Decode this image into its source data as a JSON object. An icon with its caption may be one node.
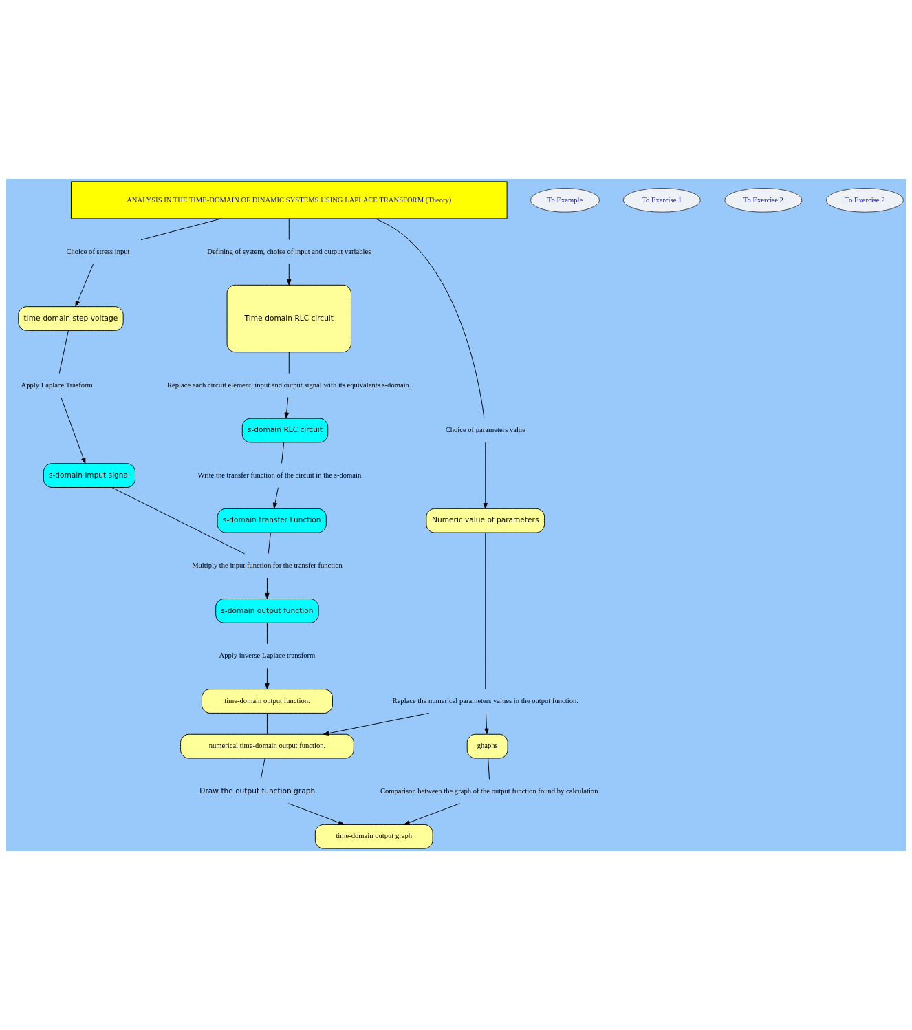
{
  "diagram": {
    "nodes": [
      {
        "text": [
          "ANALYSIS IN THE TIME-DOMAIN OF DINAMIC SYSTEMS USING LAPLACE TRANSFORM (Theory)"
        ]
      },
      {
        "text": [
          "To Example"
        ]
      },
      {
        "text": [
          "To Exercise 1"
        ]
      },
      {
        "text": [
          "To Exercise 2"
        ]
      },
      {
        "text": [
          "To Exercise 2"
        ]
      },
      {
        "text": [
          "Choice of stress input"
        ]
      },
      {
        "text": [
          "Defining of system, choise of input and output variables"
        ]
      },
      {
        "text": [
          "Choice of parameters value"
        ]
      },
      {
        "text": [
          "time-domain step voltage"
        ]
      },
      {
        "text": [
          "Time-domain RLC circuit"
        ]
      },
      {
        "text": [
          "Numeric value of parameters"
        ]
      },
      {
        "text": [
          "Apply Laplace Trasform"
        ]
      },
      {
        "text": [
          "Replace each circuit element, input and output signal with its equivalents s-domain."
        ]
      },
      {
        "text": [
          "s-domain imput signal"
        ]
      },
      {
        "text": [
          "s-domain RLC circuit"
        ]
      },
      {
        "text": [
          "Write the transfer function of the circuit in the s-domain."
        ]
      },
      {
        "text": [
          "s-domain transfer Function"
        ]
      },
      {
        "text": [
          "Multiply the input function for the transfer function"
        ]
      },
      {
        "text": [
          "s-domain output function"
        ]
      },
      {
        "text": [
          "Apply inverse Laplace transform"
        ]
      },
      {
        "text": [
          "time-domain output function."
        ]
      },
      {
        "text": [
          "numerical time-domain output function."
        ]
      },
      {
        "text": [
          "Replace the numerical parameters values in the output function."
        ]
      },
      {
        "text": [
          "Draw the output function graph."
        ]
      },
      {
        "text": [
          "time-domain output graph"
        ]
      },
      {
        "text": [
          "Comparison between the graph of the output function found by calculation."
        ]
      },
      {
        "text": [
          "ghaphs"
        ]
      }
    ],
    "edges": [
      {
        "from": 0,
        "to": 5,
        "arrow": "none"
      },
      {
        "from": 5,
        "to": 8,
        "arrow": "to"
      },
      {
        "from": 0,
        "to": 6,
        "arrow": "none"
      },
      {
        "from": 6,
        "to": 9,
        "arrow": "to"
      },
      {
        "from": 0,
        "to": 7,
        "arrow": "none"
      },
      {
        "from": 7,
        "to": 10,
        "arrow": "to"
      },
      {
        "from": 8,
        "to": 11,
        "arrow": "none"
      },
      {
        "from": 11,
        "to": 13,
        "arrow": "to"
      },
      {
        "from": 9,
        "to": 12,
        "arrow": "none"
      },
      {
        "from": 12,
        "to": 14,
        "arrow": "to"
      },
      {
        "from": 14,
        "to": 15,
        "arrow": "none"
      },
      {
        "from": 15,
        "to": 16,
        "arrow": "to"
      },
      {
        "from": 13,
        "to": 17,
        "arrow": "none"
      },
      {
        "from": 16,
        "to": 17,
        "arrow": "none"
      },
      {
        "from": 17,
        "to": 18,
        "arrow": "to"
      },
      {
        "from": 18,
        "to": 19,
        "arrow": "none"
      },
      {
        "from": 19,
        "to": 20,
        "arrow": "to"
      },
      {
        "from": 20,
        "to": 21,
        "arrow": "none"
      },
      {
        "from": 10,
        "to": 22,
        "arrow": "none"
      },
      {
        "from": 22,
        "to": 21,
        "arrow": "to"
      },
      {
        "from": 22,
        "to": 26,
        "arrow": "to"
      },
      {
        "from": 21,
        "to": 23,
        "arrow": "none"
      },
      {
        "from": 23,
        "to": 24,
        "arrow": "to"
      },
      {
        "from": 26,
        "to": 25,
        "arrow": "none"
      },
      {
        "from": 25,
        "to": 24,
        "arrow": "to"
      }
    ]
  }
}
